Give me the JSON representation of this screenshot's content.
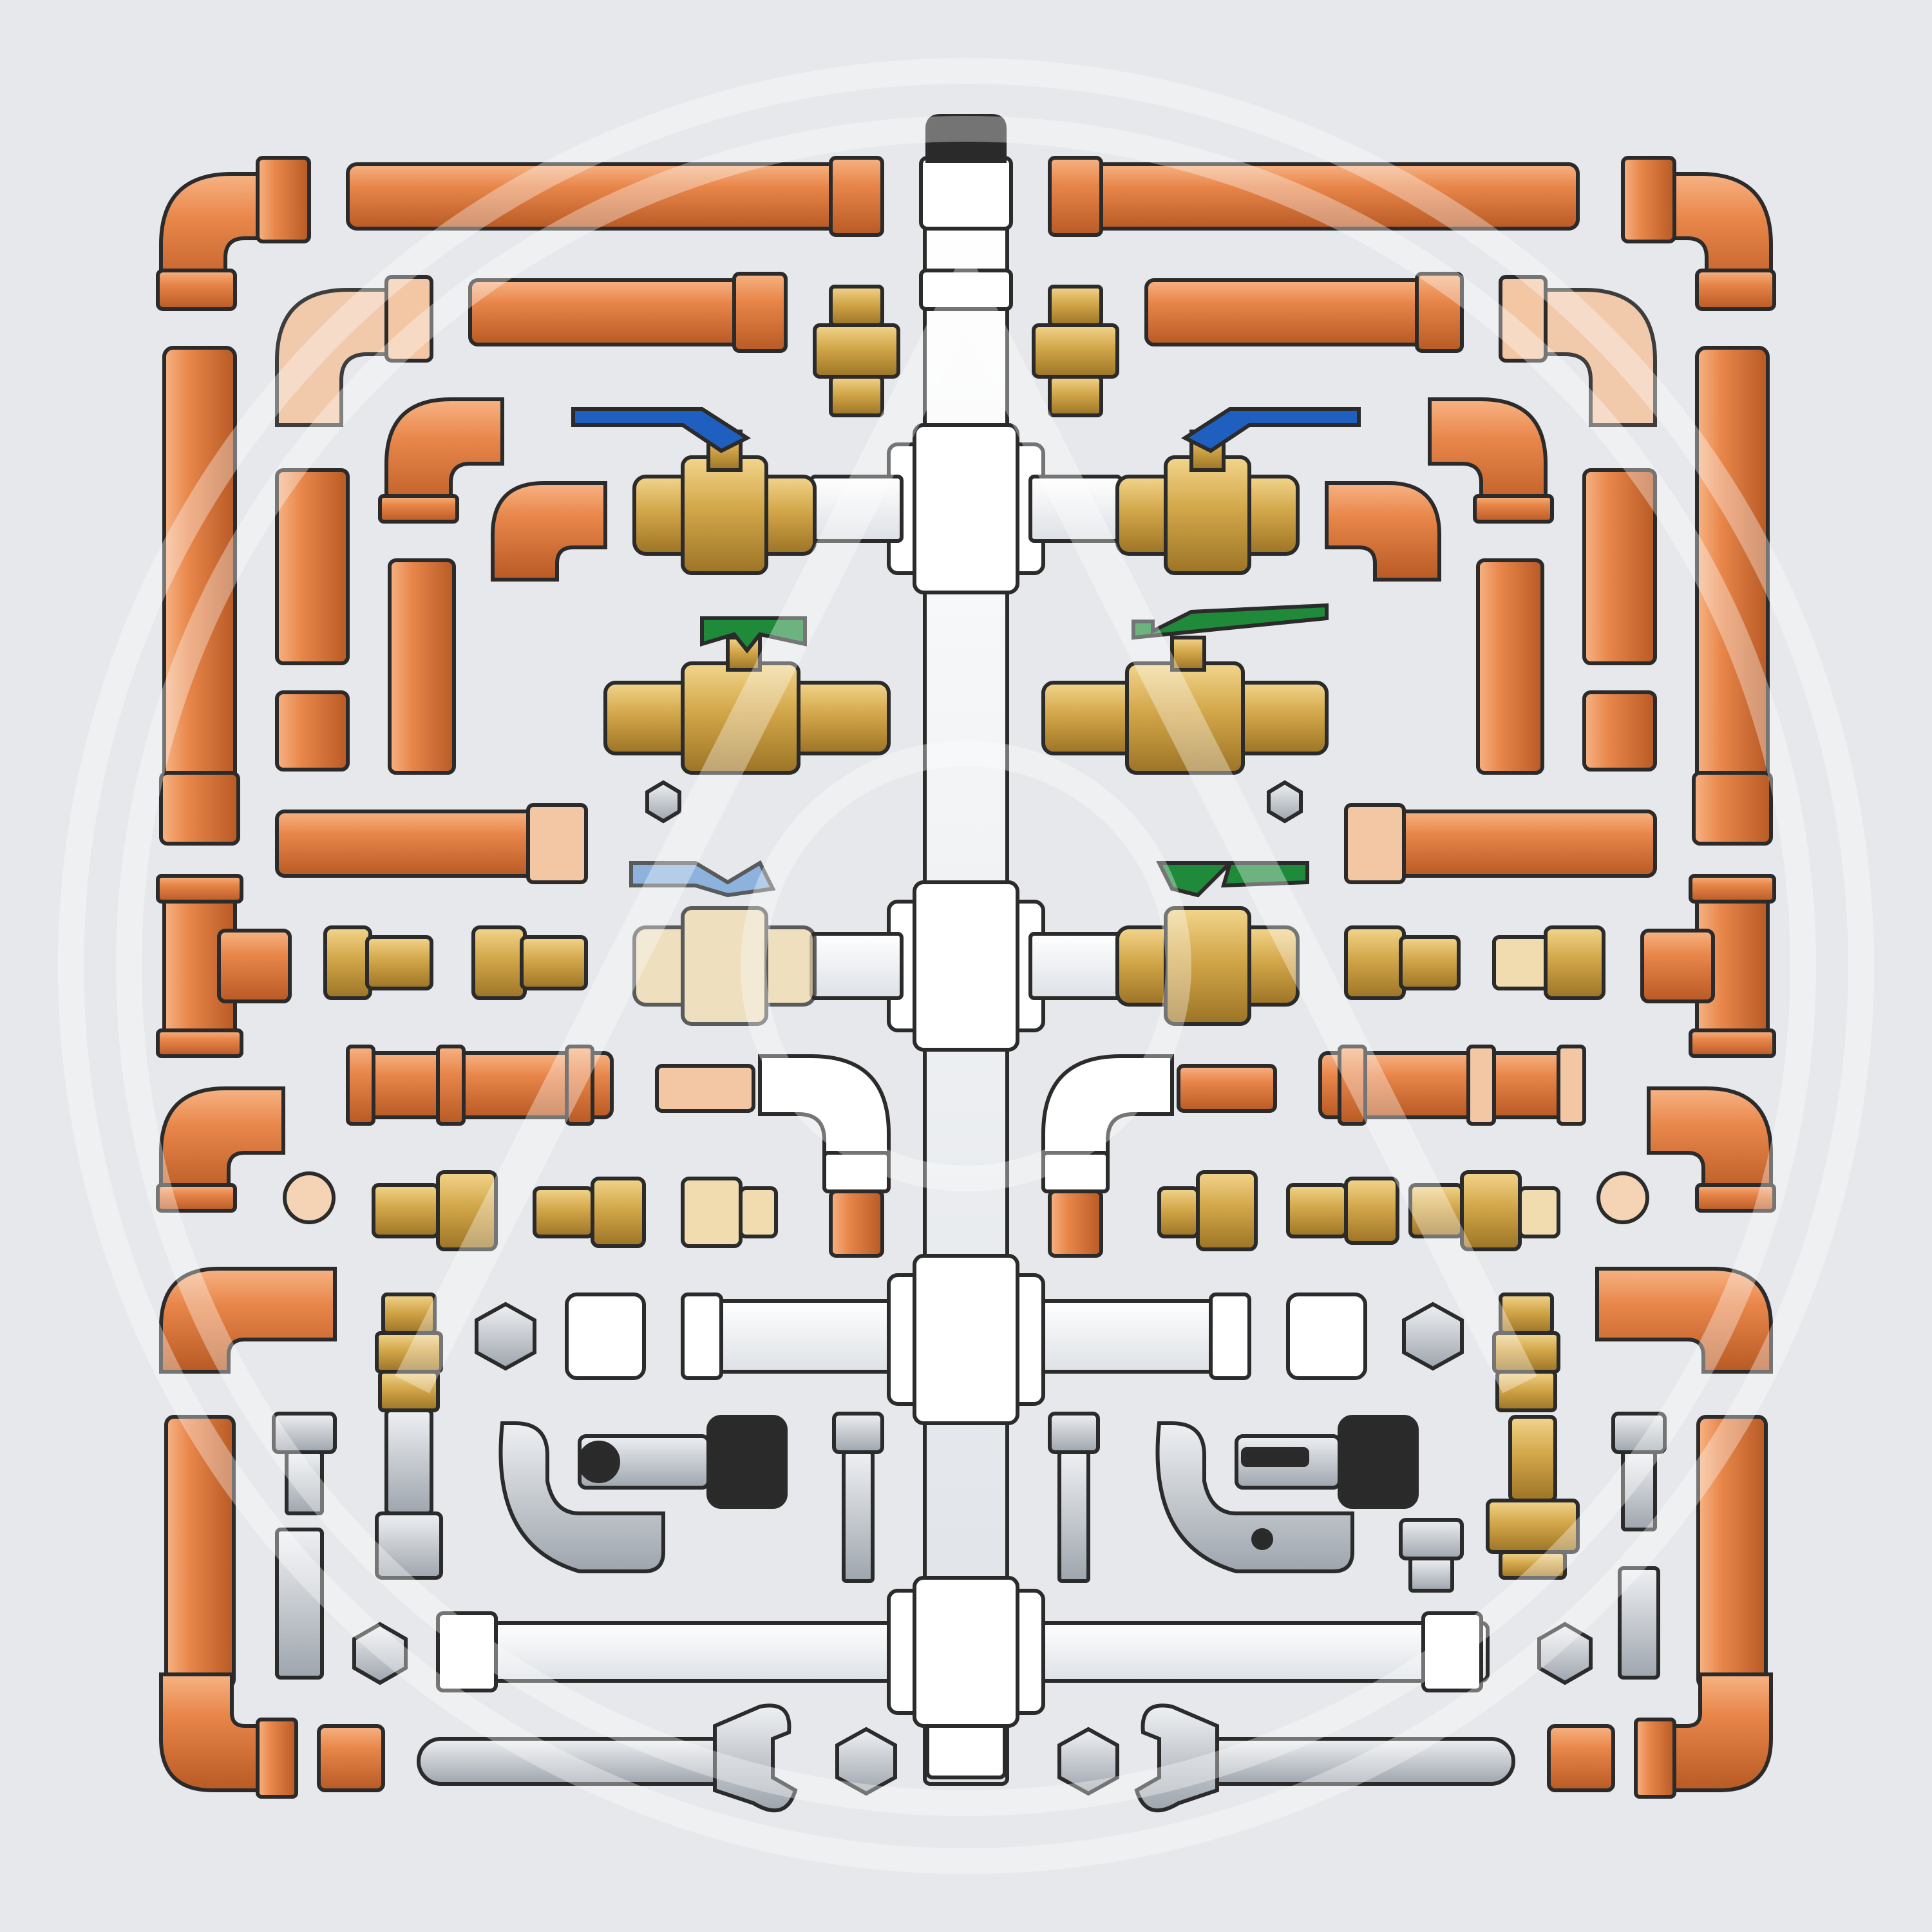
{
  "illustration": {
    "kind": "plumbing parts flat-lay",
    "colors": {
      "background": "#e6e8ec",
      "copper": "#e07a3c",
      "copper_light": "#f3a46e",
      "copper_dark": "#a9501f",
      "brass": "#c99a3a",
      "brass_light": "#ecc878",
      "pvc": "#ffffff",
      "steel": "#bfc4ca",
      "outline": "#2b2b2b",
      "handle_blue": "#1f5fbf",
      "handle_green": "#1e8a3a",
      "handle_black": "#2a2a2a",
      "watermark": "#ffffff"
    },
    "watermark": {
      "shape": "circle-with-chevron",
      "opacity": 0.35
    },
    "parts": [
      "copper-pipe",
      "copper-elbow",
      "copper-tee",
      "copper-coupling",
      "brass-ball-valve",
      "brass-adapter",
      "brass-nipple",
      "pvc-cross",
      "pvc-pipe",
      "pvc-elbow",
      "pvc-union",
      "hex-nut",
      "washer",
      "bolt",
      "pipe-cutter",
      "adjustable-wrench"
    ]
  }
}
